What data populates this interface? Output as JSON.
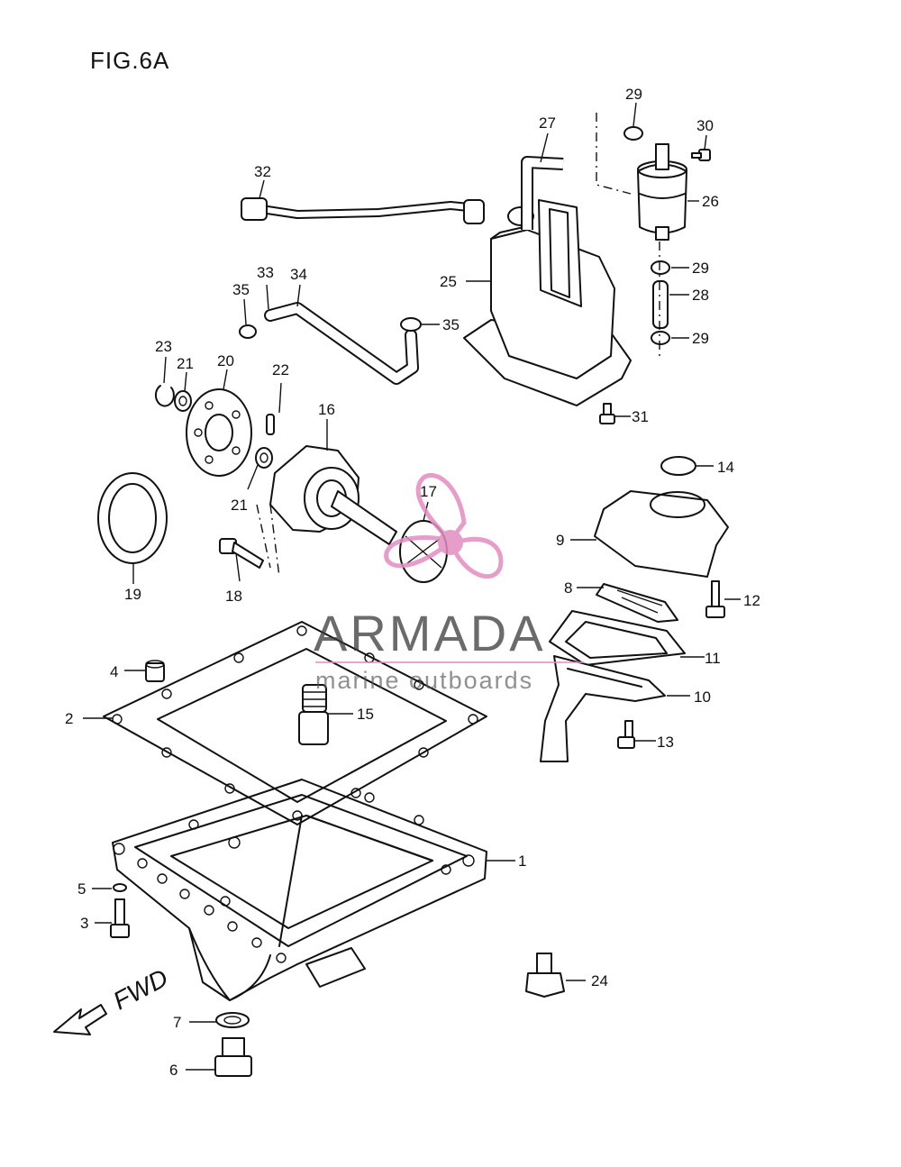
{
  "figure": {
    "title": "FIG.6A"
  },
  "direction": {
    "label": "FWD"
  },
  "watermark": {
    "brand": "ARMADA",
    "tagline": "marine outboards",
    "accent_color": "#e38cc0"
  },
  "callouts": [
    {
      "id": "c1",
      "text": "1"
    },
    {
      "id": "c2",
      "text": "2"
    },
    {
      "id": "c3",
      "text": "3"
    },
    {
      "id": "c4",
      "text": "4"
    },
    {
      "id": "c5",
      "text": "5"
    },
    {
      "id": "c6",
      "text": "6"
    },
    {
      "id": "c7",
      "text": "7"
    },
    {
      "id": "c8",
      "text": "8"
    },
    {
      "id": "c9",
      "text": "9"
    },
    {
      "id": "c10",
      "text": "10"
    },
    {
      "id": "c11",
      "text": "11"
    },
    {
      "id": "c12",
      "text": "12"
    },
    {
      "id": "c13",
      "text": "13"
    },
    {
      "id": "c14",
      "text": "14"
    },
    {
      "id": "c15",
      "text": "15"
    },
    {
      "id": "c16",
      "text": "16"
    },
    {
      "id": "c17",
      "text": "17"
    },
    {
      "id": "c18",
      "text": "18"
    },
    {
      "id": "c19",
      "text": "19"
    },
    {
      "id": "c20",
      "text": "20"
    },
    {
      "id": "c21a",
      "text": "21"
    },
    {
      "id": "c21b",
      "text": "21"
    },
    {
      "id": "c22",
      "text": "22"
    },
    {
      "id": "c23",
      "text": "23"
    },
    {
      "id": "c24",
      "text": "24"
    },
    {
      "id": "c25",
      "text": "25"
    },
    {
      "id": "c26",
      "text": "26"
    },
    {
      "id": "c27",
      "text": "27"
    },
    {
      "id": "c28",
      "text": "28"
    },
    {
      "id": "c29a",
      "text": "29"
    },
    {
      "id": "c29b",
      "text": "29"
    },
    {
      "id": "c29c",
      "text": "29"
    },
    {
      "id": "c30",
      "text": "30"
    },
    {
      "id": "c31",
      "text": "31"
    },
    {
      "id": "c32",
      "text": "32"
    },
    {
      "id": "c33",
      "text": "33"
    },
    {
      "id": "c34",
      "text": "34"
    },
    {
      "id": "c35a",
      "text": "35"
    },
    {
      "id": "c35b",
      "text": "35"
    }
  ]
}
